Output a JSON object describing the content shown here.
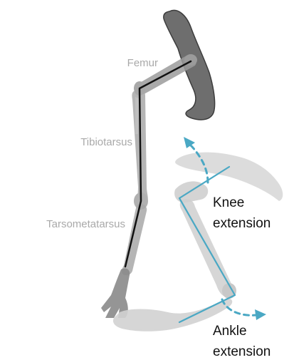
{
  "labels": {
    "femur": "Femur",
    "tibiotarsus": "Tibiotarsus",
    "tarsometatarsus": "Tarsometatarsus",
    "knee_line1": "Knee",
    "knee_line2": "extension",
    "ankle_line1": "Ankle",
    "ankle_line2": "extension"
  },
  "colors": {
    "bone_dark": "#6e6e6e",
    "bone_mid": "#9b9b9b",
    "bone_light": "#c8c8c8",
    "bone_ghost": "#d6d6d6",
    "skeleton_line": "#111111",
    "extension_line": "#4aa8c4",
    "label_gray": "#a9a9a9",
    "label_dark": "#111111"
  },
  "icons": {
    "knee_arrow": "curved-dashed-arrow-up-left",
    "ankle_arrow": "curved-dashed-arrow-right"
  }
}
